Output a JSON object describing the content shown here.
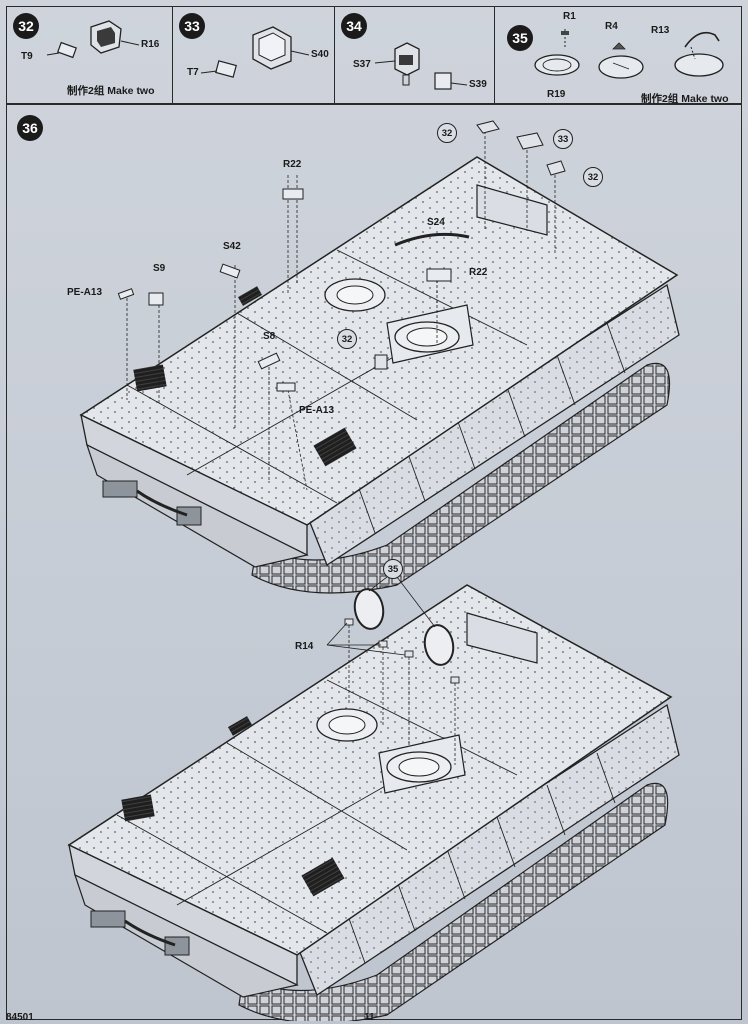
{
  "steps": {
    "s32": {
      "badge": "32",
      "parts": [
        "T9",
        "R16"
      ],
      "note": "制作2组 Make two"
    },
    "s33": {
      "badge": "33",
      "parts": [
        "T7",
        "S40"
      ]
    },
    "s34": {
      "badge": "34",
      "parts": [
        "S37",
        "S39"
      ]
    },
    "s35": {
      "badge": "35",
      "parts": [
        "R1",
        "R4",
        "R13",
        "R19"
      ],
      "note": "制作2组 Make two"
    },
    "s36": {
      "badge": "36",
      "upper_parts": [
        "R22",
        "S42",
        "S9",
        "PE-A13",
        "S24",
        "R22",
        "S8",
        "PE-A13"
      ],
      "upper_callouts": [
        "32",
        "33",
        "32",
        "32"
      ],
      "lower_parts": [
        "R14"
      ],
      "lower_callouts": [
        "35"
      ]
    }
  },
  "footer": {
    "left": "84501",
    "page": "11"
  },
  "colors": {
    "paper": "#c9cfd7",
    "ink": "#1b1b1b",
    "line": "#2a2a2a"
  }
}
